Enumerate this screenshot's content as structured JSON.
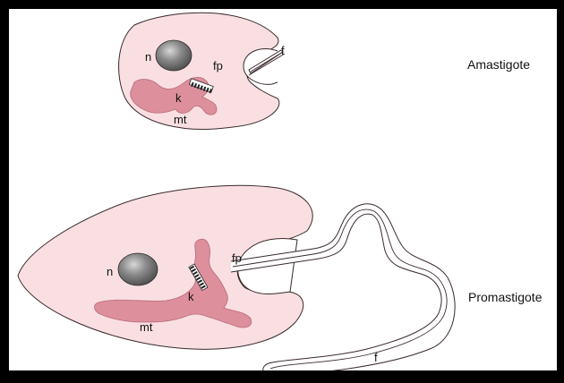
{
  "stages": [
    {
      "name": "Amastigote",
      "labels": {
        "nucleus": "n",
        "kinetoplast": "k",
        "mitochondrion": "mt",
        "flagellar_pocket": "fp",
        "flagellum": "f"
      }
    },
    {
      "name": "Promastigote",
      "labels": {
        "nucleus": "n",
        "kinetoplast": "k",
        "mitochondrion": "mt",
        "flagellar_pocket": "fp",
        "flagellum": "f"
      }
    }
  ],
  "colors": {
    "cell_fill": "#f9dfe2",
    "cell_stroke": "#3a2a2c",
    "mitochondrion_fill": "#dd8f9c",
    "nucleus_fill": "#707070",
    "frame": "#000000",
    "background": "#ffffff"
  }
}
